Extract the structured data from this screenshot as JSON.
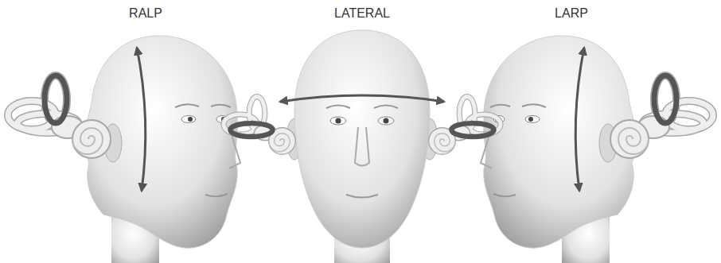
{
  "diagram": {
    "labels": [
      "RALP",
      "LATERAL",
      "LARP"
    ]
  }
}
